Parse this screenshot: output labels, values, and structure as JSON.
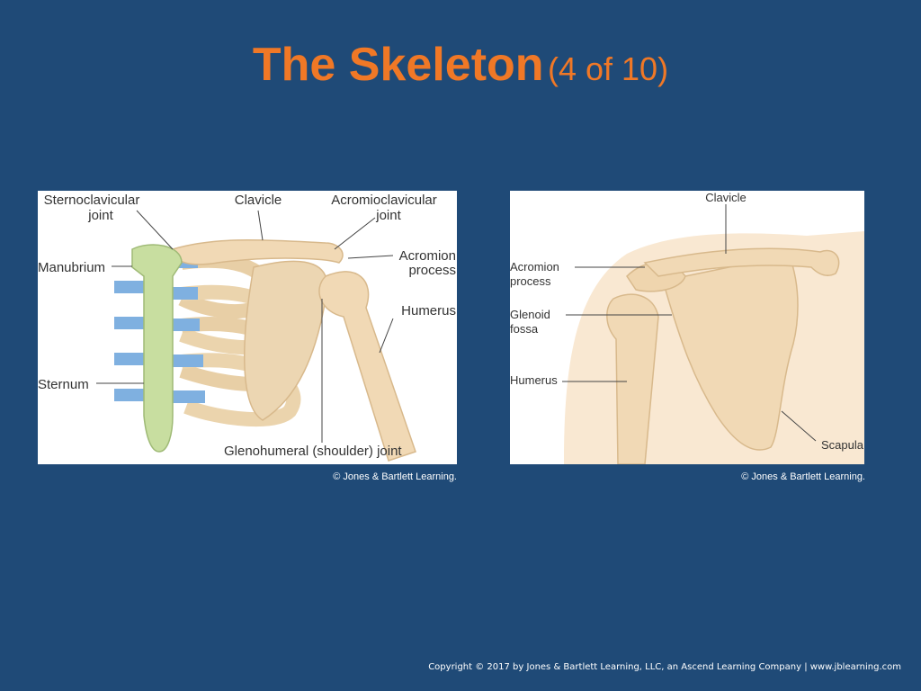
{
  "slide": {
    "title_main": "The Skeleton",
    "title_sub": "(4 of 10)",
    "copyright": "Copyright © 2017 by Jones & Bartlett Learning, LLC, an Ascend Learning Company  |  www.jblearning.com"
  },
  "figure1": {
    "labels": {
      "sternoclavicular_1": "Sternoclavicular",
      "sternoclavicular_2": "joint",
      "clavicle": "Clavicle",
      "acromioclavicular_1": "Acromioclavicular",
      "acromioclavicular_2": "joint",
      "manubrium": "Manubrium",
      "acromion_1": "Acromion",
      "acromion_2": "process",
      "humerus": "Humerus",
      "sternum": "Sternum",
      "glenohumeral": "Glenohumeral (shoulder) joint"
    },
    "credit": "© Jones & Bartlett Learning."
  },
  "figure2": {
    "labels": {
      "clavicle": "Clavicle",
      "acromion_1": "Acromion",
      "acromion_2": "process",
      "glenoid_1": "Glenoid",
      "glenoid_2": "fossa",
      "humerus": "Humerus",
      "scapula": "Scapula"
    },
    "credit": "© Jones & Bartlett Learning."
  },
  "colors": {
    "background": "#1f4a77",
    "title": "#f07826",
    "bone": "#f1d9b5",
    "sternum": "#c8dea0",
    "cartilage": "#7fb0e0"
  }
}
